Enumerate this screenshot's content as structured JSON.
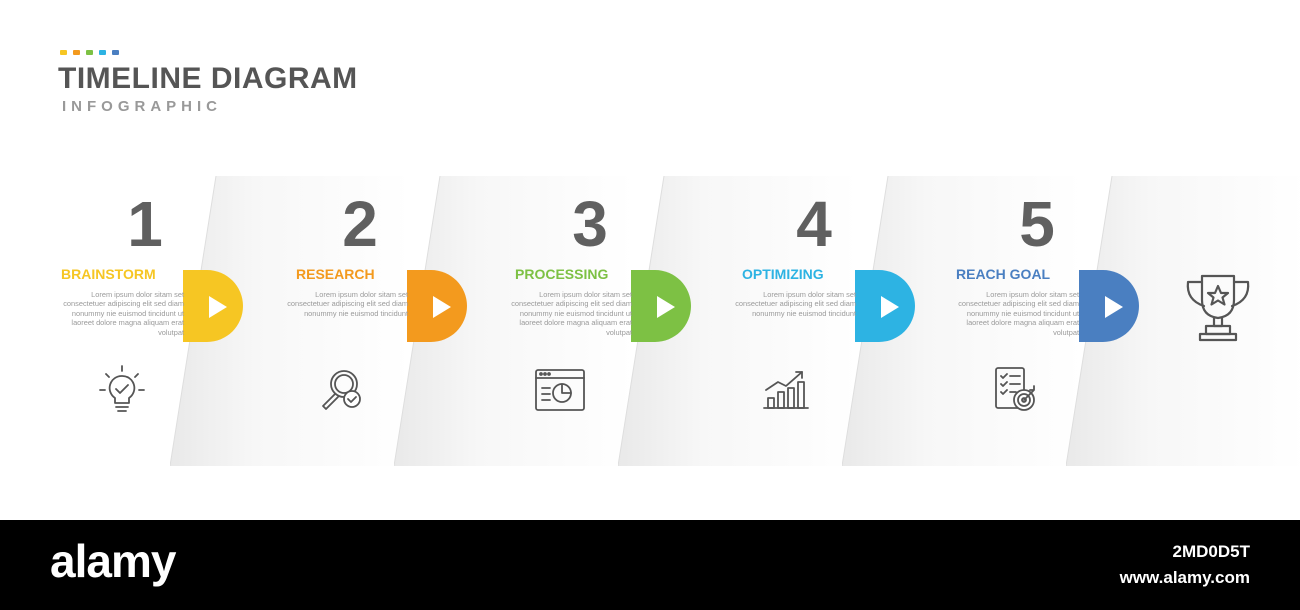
{
  "header": {
    "title": "TIMELINE DIAGRAM",
    "subtitle": "INFOGRAPHIC",
    "dot_colors": [
      "#F6C623",
      "#F39A1E",
      "#7DC144",
      "#2DB3E3",
      "#4A7FC1"
    ]
  },
  "steps": [
    {
      "number": "1",
      "label": "BRAINSTORM",
      "color": "#F6C623",
      "description": "Lorem ipsum dolor sitam set consectetuer adipiscing elit sed diam nonummy nie euismod tincidunt ut laoreet dolore magna aliquam erat volutpat",
      "icon": "lightbulb-check-icon"
    },
    {
      "number": "2",
      "label": "RESEARCH",
      "color": "#F39A1E",
      "description": "Lorem ipsum dolor sitam set consectetuer adipiscing elit sed diam nonummy nie euismod tincidunt",
      "icon": "magnifier-check-icon"
    },
    {
      "number": "3",
      "label": "PROCESSING",
      "color": "#7DC144",
      "description": "Lorem ipsum dolor sitam set consectetuer adipiscing elit sed diam nonummy nie euismod tincidunt ut laoreet dolore magna aliquam erat volutpat",
      "icon": "browser-chart-icon"
    },
    {
      "number": "4",
      "label": "OPTIMIZING",
      "color": "#2DB3E3",
      "description": "Lorem ipsum dolor sitam set consectetuer adipiscing elit sed diam nonummy nie euismod tincidunt",
      "icon": "growth-chart-icon"
    },
    {
      "number": "5",
      "label": "REACH GOAL",
      "color": "#4A7FC1",
      "description": "Lorem ipsum dolor sitam set consectetuer adipiscing elit sed diam nonummy nie euismod tincidunt ut laoreet dolore magna aliquam erat volutpat",
      "icon": "checklist-target-icon"
    }
  ],
  "end_icon": "trophy-icon",
  "footer": {
    "brand": "alamy",
    "stock_id": "2MD0D5T",
    "url": "www.alamy.com"
  }
}
